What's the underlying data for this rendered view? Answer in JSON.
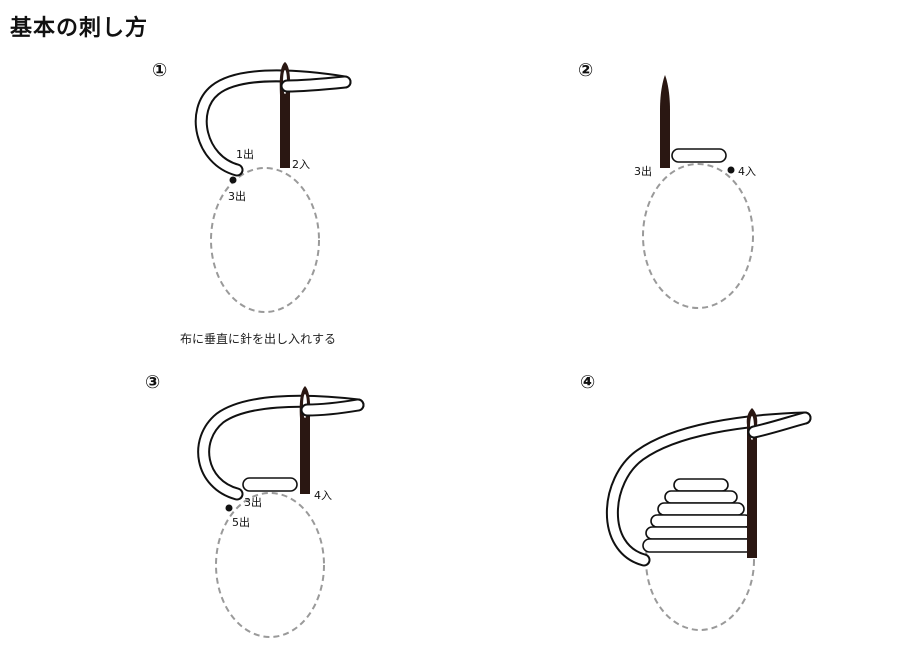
{
  "title": "基本の刺し方",
  "steps": [
    {
      "number": "①",
      "labels": {
        "out1": "1出",
        "in2": "2入",
        "out3": "3出"
      },
      "caption": "布に垂直に針を出し入れする"
    },
    {
      "number": "②",
      "labels": {
        "out3": "3出",
        "in4": "4入"
      }
    },
    {
      "number": "③",
      "labels": {
        "out3": "3出",
        "in4": "4入",
        "out5": "5出"
      }
    },
    {
      "number": "④"
    }
  ],
  "colors": {
    "needle": "#2a1712",
    "thread_outline": "#111111",
    "guide_dash": "#9a9a9a"
  }
}
